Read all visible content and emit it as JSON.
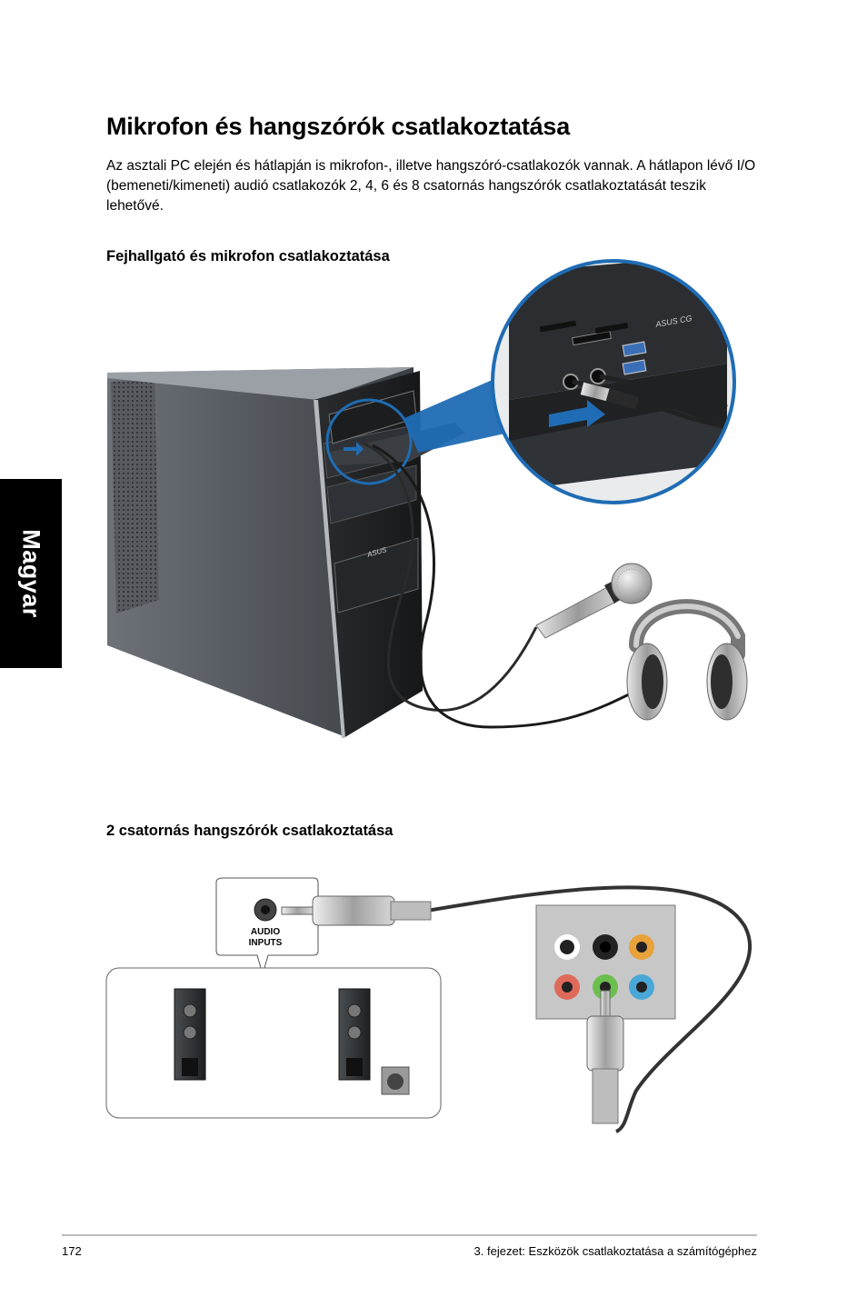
{
  "sidebar": {
    "language_tab": "Magyar"
  },
  "page": {
    "title": "Mikrofon és hangszórók csatlakoztatása",
    "intro": "Az asztali PC elején és hátlapján is mikrofon-, illetve hangszóró-csatlakozók vannak. A hátlapon lévő I/O (bemeneti/kimeneti) audió csatlakozók 2, 4, 6 és 8 csatornás hangszórók csatlakoztatását teszik lehetővé."
  },
  "sections": {
    "headphone": {
      "heading": "Fejhallgató és mikrofon csatlakoztatása"
    },
    "speakers": {
      "heading": "2 csatornás hangszórók csatlakoztatása",
      "callout_line1": "AUDIO",
      "callout_line2": "INPUTS"
    }
  },
  "footer": {
    "page_number": "172",
    "chapter": "3. fejezet: Eszközök csatlakoztatása a számítógéphez"
  },
  "colors": {
    "arrow_blue": "#1f6cb4",
    "jack_orange": "#e8a23a",
    "jack_black": "#222222",
    "jack_pink": "#e06a5a",
    "jack_green": "#6cbf4f",
    "jack_blue": "#4aa8d8"
  }
}
